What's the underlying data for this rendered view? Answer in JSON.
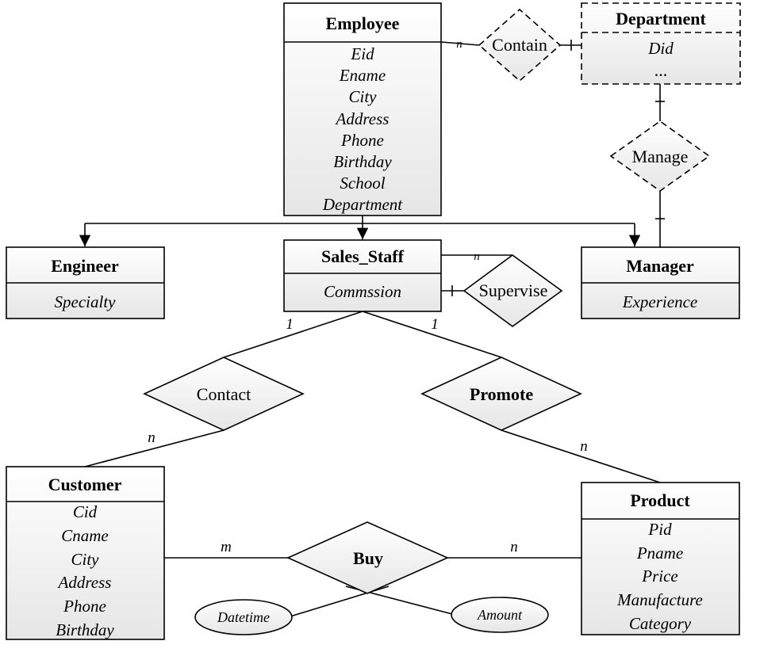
{
  "entities": {
    "employee": {
      "title": "Employee",
      "attrs": [
        "Eid",
        "Ename",
        "City",
        "Address",
        "Phone",
        "Birthday",
        "School",
        "Department"
      ]
    },
    "department": {
      "title": "Department",
      "attrs": [
        "Did",
        "..."
      ]
    },
    "engineer": {
      "title": "Engineer",
      "attrs": [
        "Specialty"
      ]
    },
    "sales_staff": {
      "title": "Sales_Staff",
      "attrs": [
        "Commssion"
      ]
    },
    "manager": {
      "title": "Manager",
      "attrs": [
        "Experience"
      ]
    },
    "customer": {
      "title": "Customer",
      "attrs": [
        "Cid",
        "Cname",
        "City",
        "Address",
        "Phone",
        "Birthday"
      ]
    },
    "product": {
      "title": "Product",
      "attrs": [
        "Pid",
        "Pname",
        "Price",
        "Manufacture",
        "Category"
      ]
    }
  },
  "relationships": {
    "contain": "Contain",
    "manage": "Manage",
    "supervise": "Supervise",
    "contact": "Contact",
    "promote": "Promote",
    "buy": "Buy"
  },
  "attributes": {
    "datetime": "Datetime",
    "amount": "Amount"
  },
  "cardinalities": {
    "contain_employee": "n",
    "contain_department": "1",
    "supervise_n": "n",
    "supervise_1": "1",
    "contact_staff": "1",
    "contact_customer": "n",
    "promote_staff": "1",
    "promote_product": "n",
    "buy_customer": "m",
    "buy_product": "n"
  },
  "colors": {
    "fill_top": "#ffffff",
    "fill_bottom": "#e6e6e6",
    "stroke": "#000000"
  }
}
